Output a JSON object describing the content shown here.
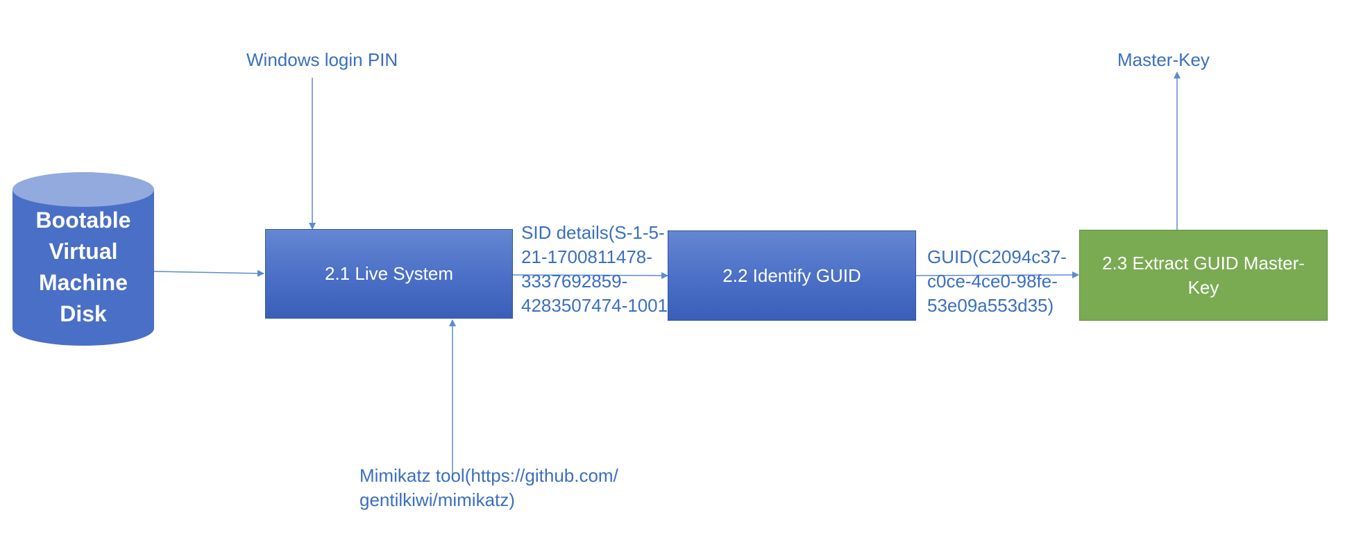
{
  "colors": {
    "connector": "#5b8bd0",
    "label_text": "#3a6fc0",
    "process_box": "#4a6fc6",
    "extract_box": "#7aab52",
    "cylinder": "#4a6fc6"
  },
  "nodes": {
    "disk": {
      "label": "Bootable Virtual Machine Disk"
    },
    "live_system": {
      "label": "2.1 Live System"
    },
    "identify_guid": {
      "label": "2.2 Identify GUID"
    },
    "extract_key": {
      "label": "2.3 Extract GUID Master-Key"
    }
  },
  "inputs": {
    "windows_pin": "Windows login PIN",
    "mimikatz": "Mimikatz tool(https://github.com/gentilkiwi/mimikatz)"
  },
  "edge_labels": {
    "sid_details": "SID details(S-1-5-21-1700811478-3337692859-4283507474-1001",
    "guid": "GUID(C2094c37-c0ce-4ce0-98fe-53e09a553d35)"
  },
  "outputs": {
    "master_key": "Master-Key"
  }
}
